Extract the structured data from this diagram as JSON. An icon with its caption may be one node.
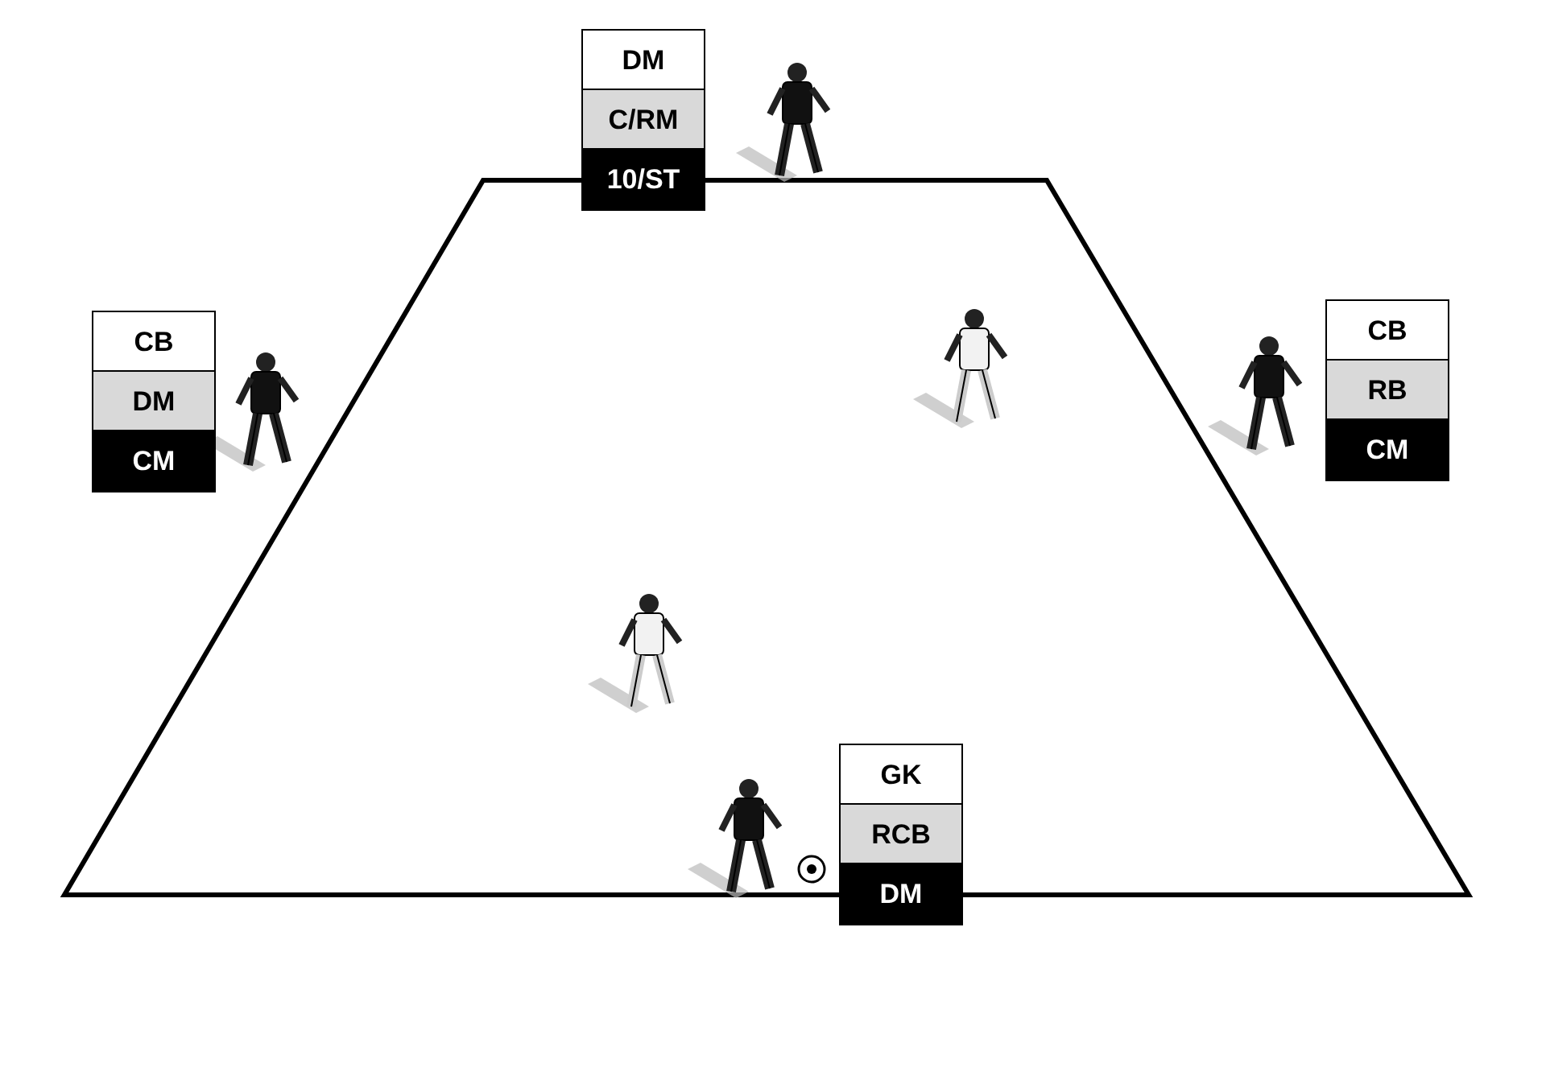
{
  "diagram": {
    "nodes": [
      {
        "text": [
          "DM",
          "C/RM",
          "10/ST"
        ]
      },
      {
        "text": [
          "CB",
          "DM",
          "CM"
        ]
      },
      {
        "text": [
          "CB",
          "RB",
          "CM"
        ]
      },
      {
        "text": [
          "GK",
          "RCB",
          "DM"
        ]
      }
    ]
  }
}
